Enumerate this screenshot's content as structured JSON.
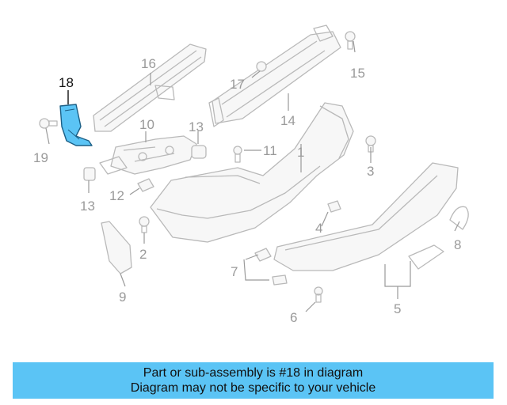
{
  "callouts": {
    "c1": "1",
    "c2": "2",
    "c3": "3",
    "c4": "4",
    "c5": "5",
    "c6": "6",
    "c7": "7",
    "c8": "8",
    "c9": "9",
    "c10": "10",
    "c11": "11",
    "c12": "12",
    "c13a": "13",
    "c13b": "13",
    "c14": "14",
    "c15": "15",
    "c16": "16",
    "c17": "17",
    "c18": "18",
    "c19": "19"
  },
  "highlight": {
    "part": "18",
    "color": "#5bc4f5"
  },
  "banner": {
    "line1": "Part or sub-assembly is #18 in diagram",
    "line2": "Diagram may not be specific to your vehicle",
    "background": "#5bc4f5"
  }
}
